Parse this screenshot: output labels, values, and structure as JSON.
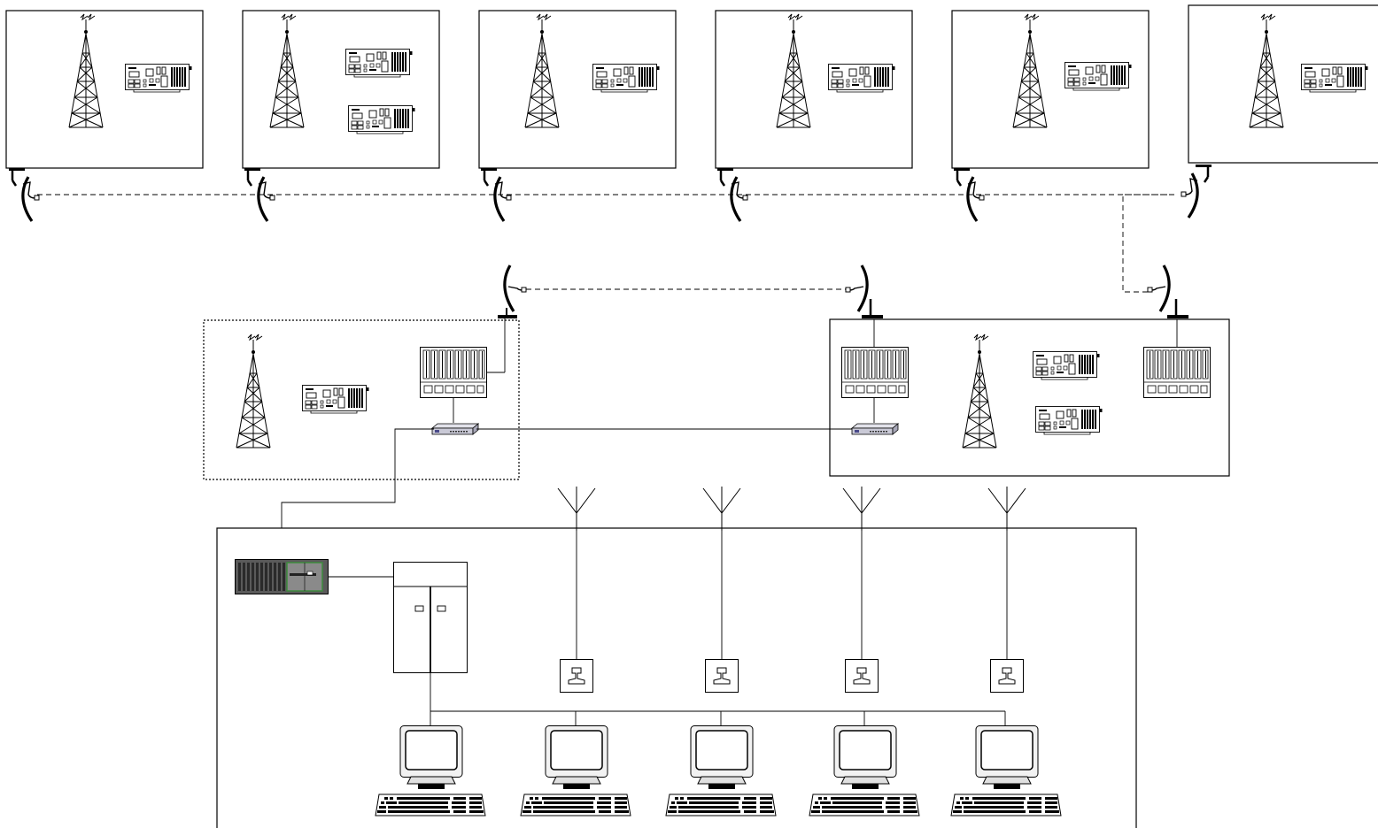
{
  "diagram": {
    "type": "radio network topology",
    "colors": {
      "line": "#000000",
      "background": "#ffffff",
      "rack_fill": "#8a8a8a",
      "rack_dark": "#2a2a2a",
      "rack_panel_accent": "#3c8a3c",
      "switch_fill": "#c9c9d6"
    },
    "remote_sites": [
      {
        "id": "site-1",
        "card_count": 1,
        "dish_side": "left"
      },
      {
        "id": "site-2",
        "card_count": 2,
        "dish_side": "left"
      },
      {
        "id": "site-3",
        "card_count": 1,
        "dish_side": "left"
      },
      {
        "id": "site-4",
        "card_count": 1,
        "dish_side": "left"
      },
      {
        "id": "site-5",
        "card_count": 1,
        "dish_side": "left"
      },
      {
        "id": "site-6",
        "card_count": 1,
        "dish_side": "right"
      }
    ],
    "hub_sites": [
      {
        "id": "hub-left",
        "border": "dotted",
        "devices": [
          "tower-icon",
          "radio-card-icon",
          "channel-bank-icon",
          "network-switch-icon",
          "dish-antenna-icon"
        ]
      },
      {
        "id": "hub-right",
        "border": "solid",
        "devices": [
          "channel-bank-icon",
          "network-switch-icon",
          "tower-icon",
          "radio-card-icon",
          "radio-card-icon",
          "channel-bank-icon",
          "dish-antenna-icon",
          "dish-antenna-icon"
        ]
      }
    ],
    "dispatch_center": {
      "server_rack_count": 1,
      "server_cabinet_count": 1,
      "antenna_count": 4,
      "desk_microphone_count": 4,
      "workstation_count": 5
    },
    "links": {
      "microwave_backbone": "dashed",
      "wired": "solid"
    }
  }
}
